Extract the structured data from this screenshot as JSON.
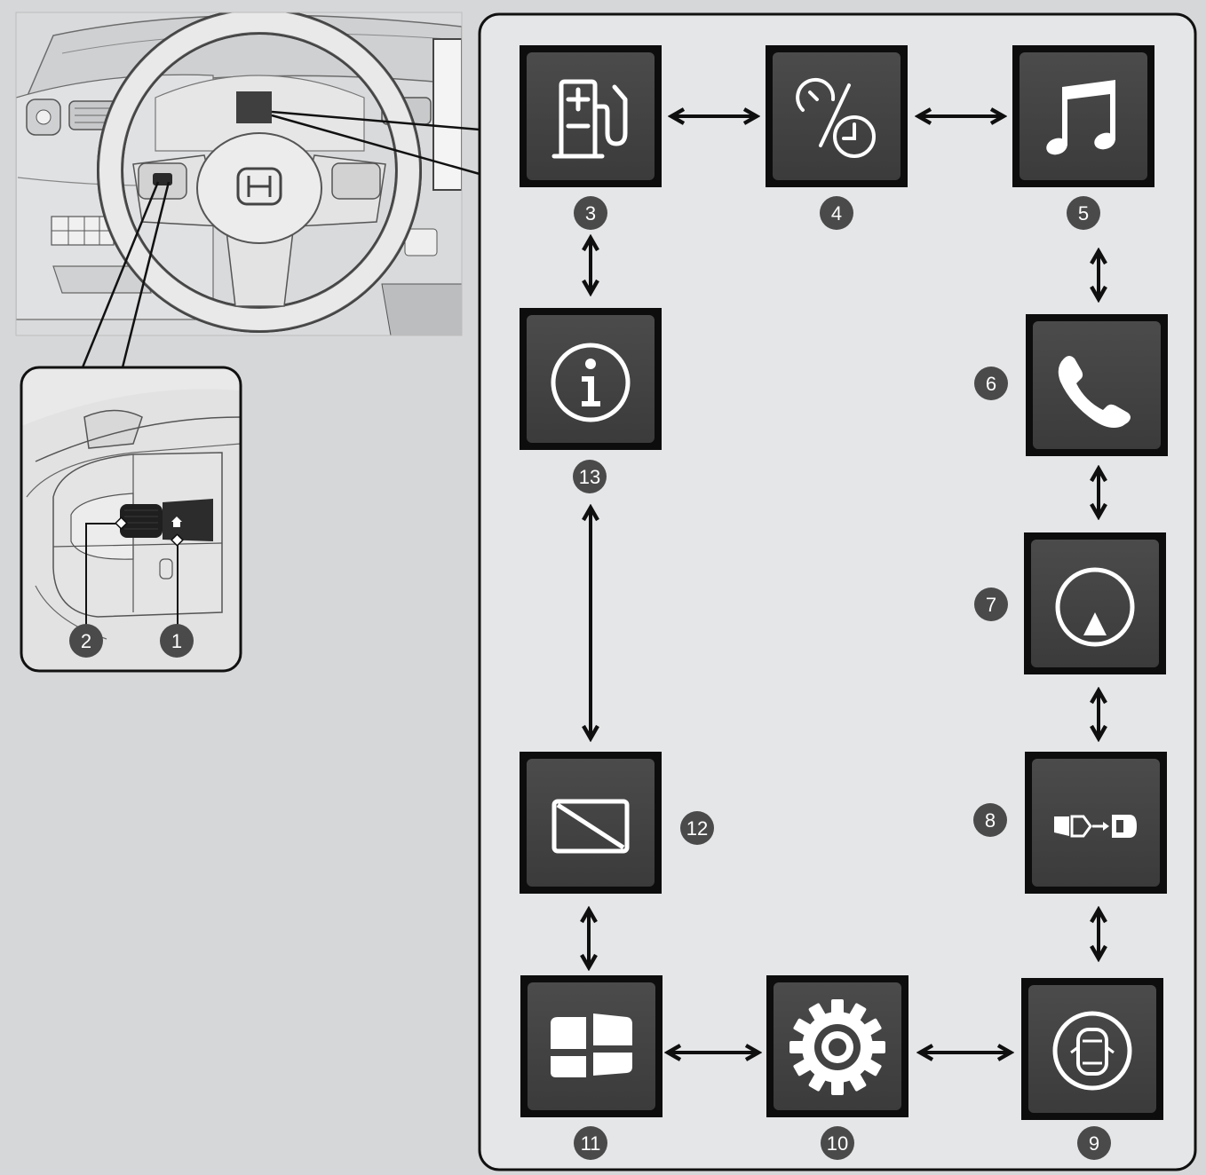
{
  "callouts": {
    "c1": "1",
    "c2": "2",
    "c3": "3",
    "c4": "4",
    "c5": "5",
    "c6": "6",
    "c7": "7",
    "c8": "8",
    "c9": "9",
    "c10": "10",
    "c11": "11",
    "c12": "12",
    "c13": "13"
  },
  "screens": [
    {
      "callout": "3",
      "icon": "fuel-economy-icon"
    },
    {
      "callout": "4",
      "icon": "speed-time-icon"
    },
    {
      "callout": "5",
      "icon": "music-note-icon"
    },
    {
      "callout": "6",
      "icon": "phone-icon"
    },
    {
      "callout": "7",
      "icon": "navigation-compass-icon"
    },
    {
      "callout": "8",
      "icon": "seatbelt-reminder-icon"
    },
    {
      "callout": "9",
      "icon": "door-status-icon"
    },
    {
      "callout": "10",
      "icon": "settings-gear-icon"
    },
    {
      "callout": "11",
      "icon": "split-screen-icon"
    },
    {
      "callout": "12",
      "icon": "blank-screen-icon"
    },
    {
      "callout": "13",
      "icon": "information-icon"
    }
  ],
  "steering_buttons": [
    {
      "callout": "1",
      "icon": "home-button-icon"
    },
    {
      "callout": "2",
      "icon": "selector-wheel-icon"
    }
  ],
  "colors": {
    "background": "#d6d7d9",
    "panel": "#e5e6e8",
    "tile_outer": "#0d0d0d",
    "tile_inner": "#424242",
    "callout": "#4a4a4a"
  }
}
